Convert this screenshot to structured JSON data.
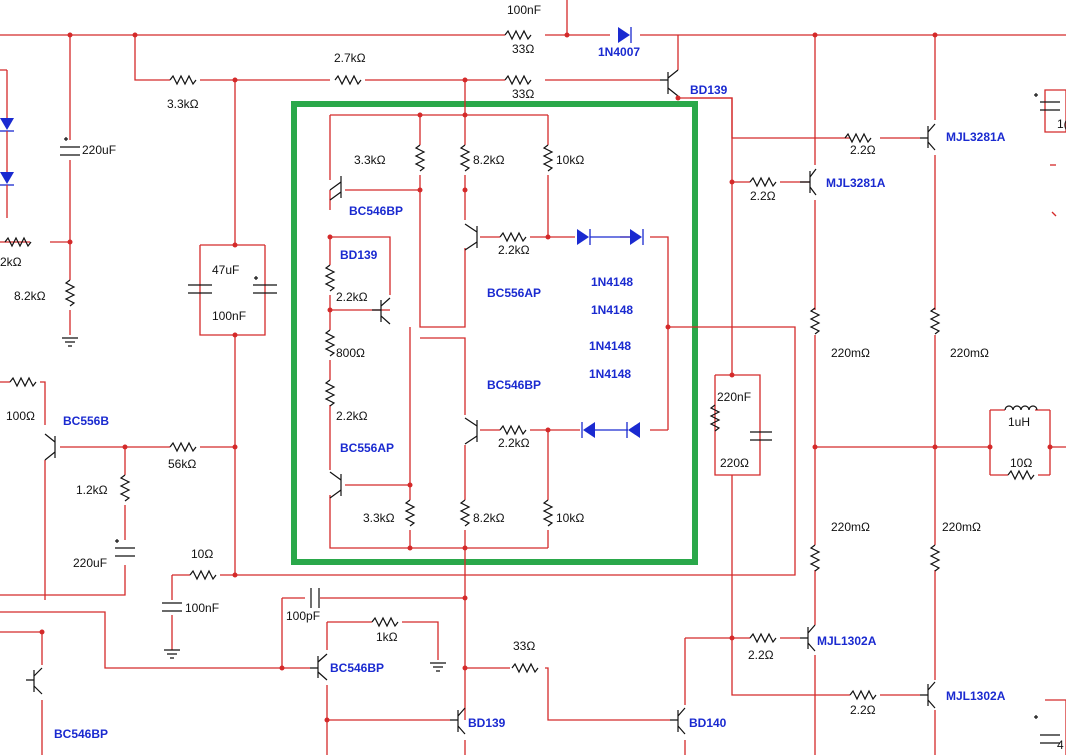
{
  "colors": {
    "wire": "#d42a2a",
    "component": "#111111",
    "label_blue": "#1a2ad0",
    "highlight": "#2aa84a"
  },
  "labels": {
    "c_100nF_top": "100nF",
    "r_33_top1": "33Ω",
    "d_1n4007": "1N4007",
    "r_2k7": "2.7kΩ",
    "r_33_top2": "33Ω",
    "q_bd139_top": "BD139",
    "r_3k3_left": "3.3kΩ",
    "c_220uF_left": "220uF",
    "r_2k2_leftedge": "2kΩ",
    "r_8k2_left": "8.2kΩ",
    "c_47uF": "47uF",
    "c_100nF_mid": "100nF",
    "r_3k3_box_top": "3.3kΩ",
    "r_8k2_box_top": "8.2kΩ",
    "r_10k_box_top": "10kΩ",
    "q_bc546bp_box": "BC546BP",
    "q_bd139_box": "BD139",
    "r_2k2_box_left": "2.2kΩ",
    "r_800": "800Ω",
    "r_2k2_box_left2": "2.2kΩ",
    "q_bc556ap_box": "BC556AP",
    "r_2k2_box_mid_top": "2.2kΩ",
    "q_bc556ap_box2": "BC556AP",
    "d_1n4148_1": "1N4148",
    "d_1n4148_2": "1N4148",
    "d_1n4148_3": "1N4148",
    "d_1n4148_4": "1N4148",
    "q_bc546bp_box2": "BC546BP",
    "r_2k2_box_mid_bot": "2.2kΩ",
    "r_3k3_box_bot": "3.3kΩ",
    "r_8k2_box_bot": "8.2kΩ",
    "r_10k_box_bot": "10kΩ",
    "r_2r2_a": "2.2Ω",
    "q_mjl3281a_1": "MJL3281A",
    "r_2r2_b": "2.2Ω",
    "q_mjl3281a_2": "MJL3281A",
    "r_220m_1": "220mΩ",
    "r_220m_2": "220mΩ",
    "c_220nF": "220nF",
    "r_220": "220Ω",
    "l_1uH": "1uH",
    "r_10_out": "10Ω",
    "r_100": "100Ω",
    "q_bc556b": "BC556B",
    "r_1k2": "1.2kΩ",
    "r_56k": "56kΩ",
    "c_220uF_bot": "220uF",
    "r_10_mid": "10Ω",
    "c_100nF_bot": "100nF",
    "c_100pF": "100pF",
    "r_1k": "1kΩ",
    "q_bc546bp_bot": "BC546BP",
    "r_33_bot": "33Ω",
    "q_bd139_bot": "BD139",
    "q_bd140": "BD140",
    "r_220m_3": "220mΩ",
    "r_220m_4": "220mΩ",
    "r_2r2_c": "2.2Ω",
    "q_mjl1302a_1": "MJL1302A",
    "r_2r2_d": "2.2Ω",
    "q_mjl1302a_2": "MJL1302A",
    "q_bc546bp_leftbot": "BC546BP",
    "edge_right_top": "1(",
    "edge_right_bot": "4"
  }
}
